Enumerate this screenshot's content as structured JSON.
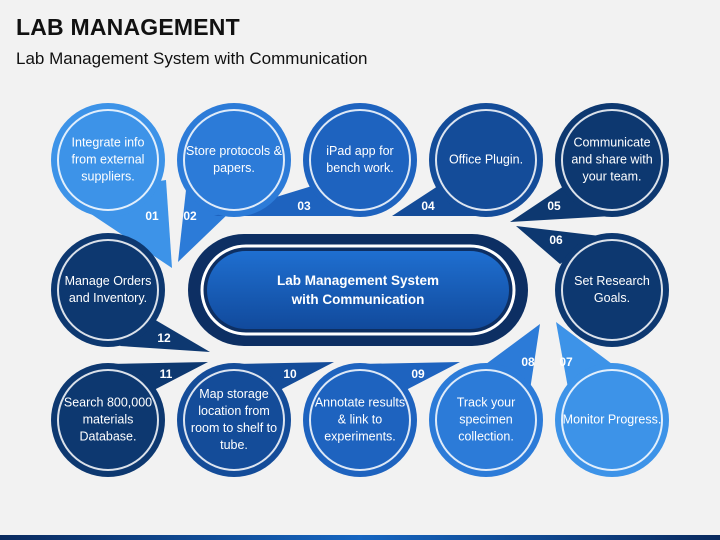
{
  "header": {
    "title": "LAB MANAGEMENT",
    "subtitle": "Lab Management System with Communication"
  },
  "center": {
    "line1": "Lab Management System",
    "line2": "with Communication"
  },
  "steps": [
    {
      "number": "01",
      "text": "Integrate info from external suppliers.",
      "color": "#3d93e8"
    },
    {
      "number": "02",
      "text": "Store protocols & papers.",
      "color": "#2c7bd8"
    },
    {
      "number": "03",
      "text": "iPad app for bench work.",
      "color": "#1e63bf"
    },
    {
      "number": "04",
      "text": "Office Plugin.",
      "color": "#144c99"
    },
    {
      "number": "05",
      "text": "Communicate and share with your team.",
      "color": "#0d3870"
    },
    {
      "number": "06",
      "text": "Set Research Goals.",
      "color": "#0d3870"
    },
    {
      "number": "07",
      "text": "Monitor Progress.",
      "color": "#3d93e8"
    },
    {
      "number": "08",
      "text": "Track your specimen collection.",
      "color": "#2c7bd8"
    },
    {
      "number": "09",
      "text": "Annotate results & link to experiments.",
      "color": "#1e63bf"
    },
    {
      "number": "10",
      "text": "Map storage location from room to shelf to tube.",
      "color": "#144c99"
    },
    {
      "number": "11",
      "text": "Search 800,000 materials Database.",
      "color": "#0d3870"
    },
    {
      "number": "12",
      "text": "Manage Orders and Inventory.",
      "color": "#0d3870"
    }
  ]
}
